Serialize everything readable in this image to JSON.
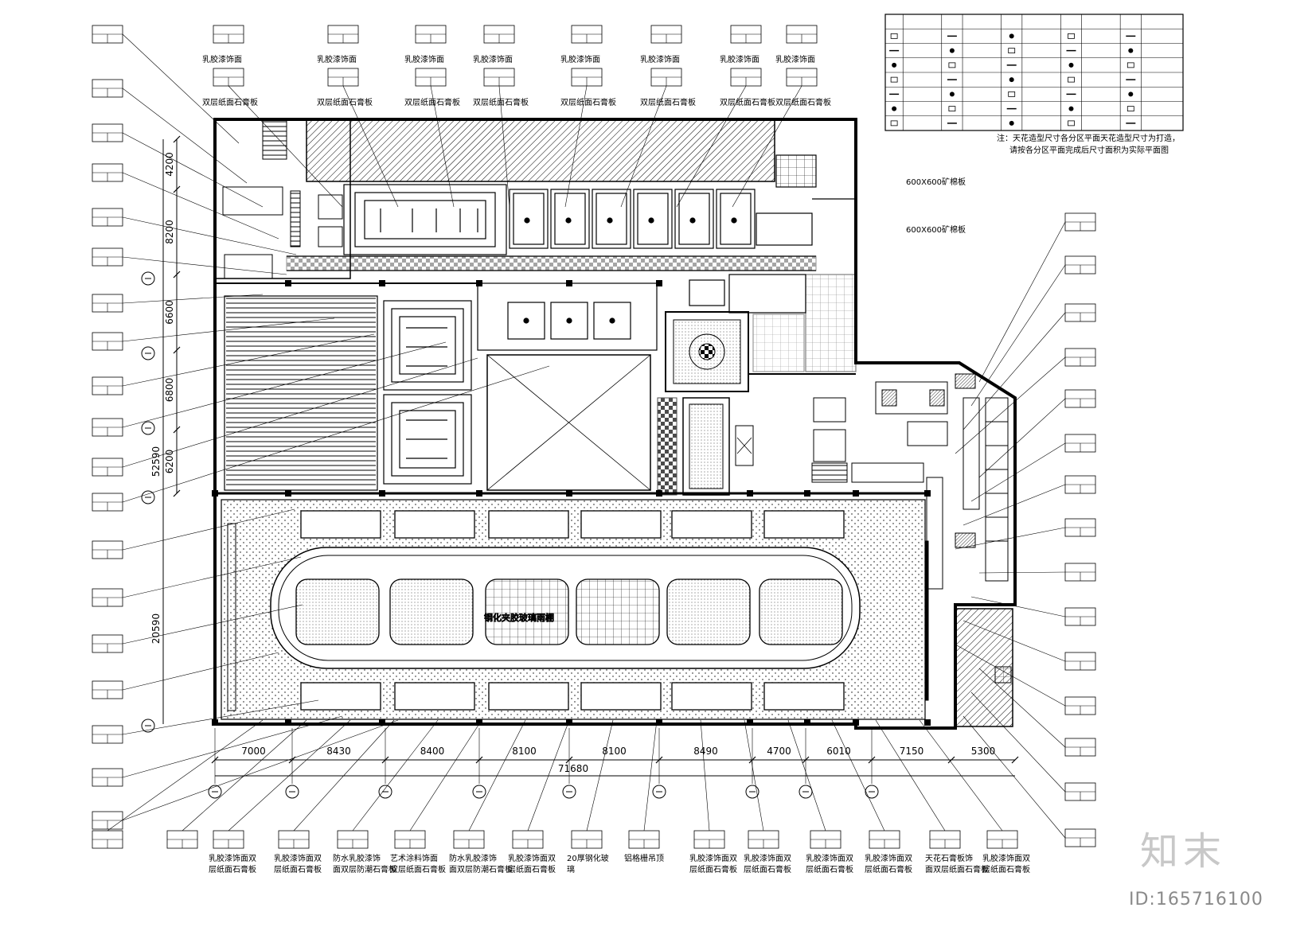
{
  "watermark": {
    "logo": "知末",
    "id": "ID:165716100"
  },
  "dimensions": {
    "bottom_segments": [
      "7000",
      "8430",
      "8400",
      "8100",
      "8100",
      "8490",
      "4700",
      "6010",
      "7150",
      "5300"
    ],
    "bottom_total": "71680",
    "left_segments": [
      "4200",
      "8200",
      "6600",
      "6800",
      "6200"
    ],
    "left_total_upper": "52590",
    "left_total_lower": "20590"
  },
  "legend_note": {
    "line1": "注：天花造型尺寸各分区平面天花造型尺寸为打造，",
    "line2": "请按各分区平面完成后尺寸面积为实际平面图"
  },
  "top_labels": [
    "乳胶漆饰面双层纸面石膏板",
    "乳胶漆饰面双层纸面石膏板",
    "乳胶漆饰面双层纸面石膏板",
    "乳胶漆饰面双层纸面石膏板",
    "乳胶漆饰面双层纸面石膏板",
    "乳胶漆饰面双层纸面石膏板",
    "乳胶漆饰面双层纸面石膏板",
    "乳胶漆饰面双层纸面石膏板",
    "600X600矿棉板",
    "600X600矿棉板"
  ],
  "bottom_labels": [
    "乳胶漆饰面双层纸面石膏板",
    "乳胶漆饰面双层纸面石膏板",
    "防水乳胶漆饰面双层防潮石膏板",
    "艺术涂料饰面双层纸面石膏板",
    "防水乳胶漆饰面双层防潮石膏板",
    "乳胶漆饰面双层纸面石膏板",
    "20厚钢化玻璃",
    "铝格栅吊顶",
    "乳胶漆饰面双层纸面石膏板",
    "乳胶漆饰面双层纸面石膏板",
    "乳胶漆饰面双层纸面石膏板",
    "乳胶漆饰面双层纸面石膏板",
    "天花石膏板饰面双层纸面石膏板",
    "乳胶漆饰面双层纸面石膏板"
  ],
  "center_labels": [
    "钢化夹胶玻璃雨棚"
  ]
}
